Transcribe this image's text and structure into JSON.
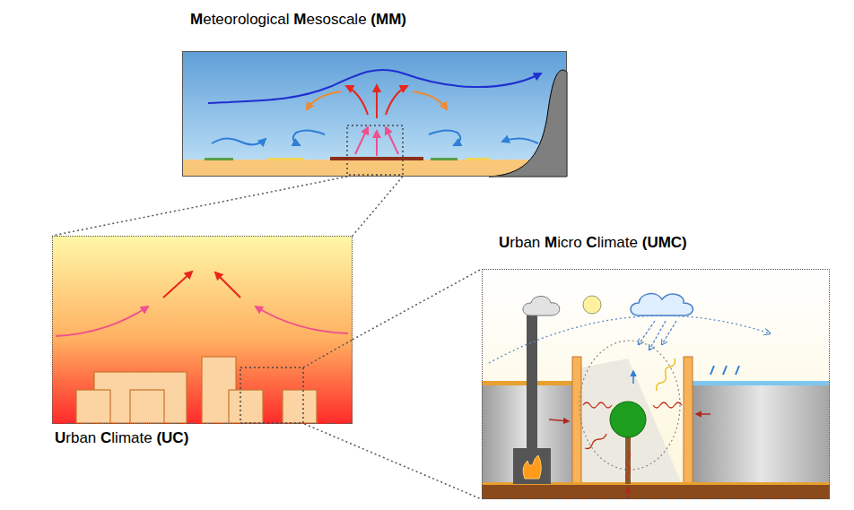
{
  "diagram": {
    "nodes": [
      {
        "text": [
          "Meteorological Mesoscale (MM)"
        ]
      },
      {
        "text": [
          "Urban Climate (UC)"
        ]
      },
      {
        "text": [
          "Urban Micro Climate (UMC)"
        ]
      }
    ],
    "edges": [
      {
        "from": 0,
        "to": 1,
        "arrow": "none"
      },
      {
        "from": 1,
        "to": 2,
        "arrow": "none"
      }
    ]
  }
}
